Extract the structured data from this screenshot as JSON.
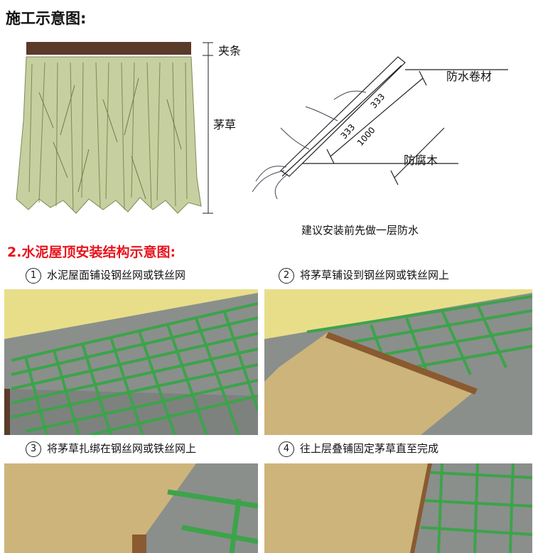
{
  "top": {
    "title": "施工示意图:",
    "label_clip": "夹条",
    "label_thatch": "茅草",
    "label_membrane": "防水卷材",
    "label_wood": "防腐木",
    "dim_a": "333",
    "dim_b": "333",
    "dim_total": "1000",
    "note": "建议安装前先做一层防水"
  },
  "section2": {
    "title": "2.水泥屋顶安装结构示意图:",
    "steps": [
      {
        "num": "1",
        "text": "水泥屋面铺设钢丝网或铁丝网"
      },
      {
        "num": "2",
        "text": "将茅草铺设到钢丝网或铁丝网上"
      },
      {
        "num": "3",
        "text": "将茅草扎绑在钢丝网或铁丝网上"
      },
      {
        "num": "4",
        "text": "往上层叠铺固定茅草直至完成"
      }
    ]
  },
  "colors": {
    "accent_red": "#e8141c",
    "mesh_green": "#2f9e3a",
    "thatch": "#c8b57e"
  }
}
